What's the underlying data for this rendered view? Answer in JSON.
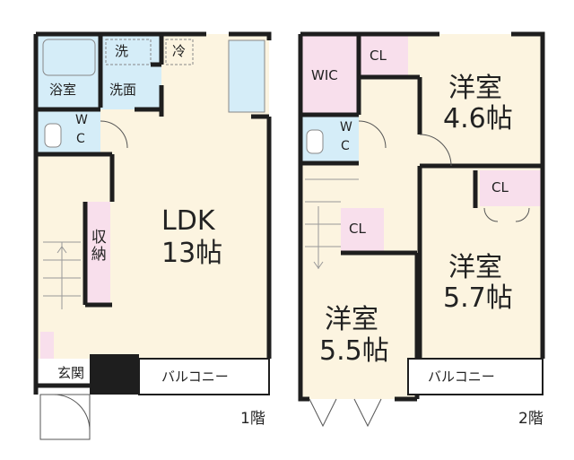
{
  "colors": {
    "floor": "#fcf4e0",
    "wet": "#d5edf8",
    "storage": "#f8dfec",
    "wall": "#1e1e1e"
  },
  "floor1": {
    "label": "1階",
    "rooms": {
      "bath": "浴室",
      "washer": "洗",
      "washroom": "洗面",
      "fridge": "冷",
      "wc_w": "W",
      "wc_c": "C",
      "storage": "収納",
      "ldk_name": "LDK",
      "ldk_size": "13帖",
      "entrance": "玄関",
      "balcony": "バルコニー"
    }
  },
  "floor2": {
    "label": "2階",
    "rooms": {
      "wic": "WIC",
      "cl1": "CL",
      "room1_name": "洋室",
      "room1_size": "4.6帖",
      "wc_w": "W",
      "wc_c": "C",
      "cl2": "CL",
      "cl3": "CL",
      "room2_name": "洋室",
      "room2_size": "5.7帖",
      "room3_name": "洋室",
      "room3_size": "5.5帖",
      "balcony": "バルコニー"
    }
  }
}
